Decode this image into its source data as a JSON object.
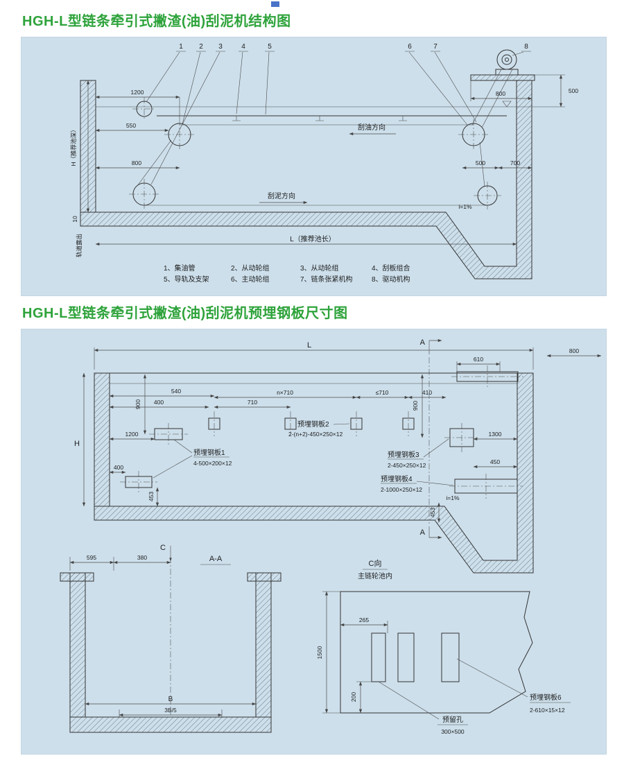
{
  "page": {
    "title1": "HGH-L型链条牵引式撇渣(油)刮泥机结构图",
    "title2": "HGH-L型链条牵引式撇渣(油)刮泥机预埋钢板尺寸图",
    "title_color": "#2ea33b",
    "panel_bg": "#cddfeb"
  },
  "d1": {
    "nums": [
      "1",
      "2",
      "3",
      "4",
      "5",
      "6",
      "7",
      "8"
    ],
    "dim": {
      "a1200": "1200",
      "a550": "550",
      "a800l": "800",
      "a800r": "800",
      "a500v": "500",
      "a500": "500",
      "a700": "700",
      "a10": "10"
    },
    "lbl": {
      "oil": "刮油方向",
      "mud": "刮泥方向",
      "slope": "i=1%",
      "depth": "H（推荐池深）",
      "length": "L（推荐池长）",
      "track": "轨道露出"
    },
    "legend": [
      "1、集油管",
      "2、从动轮组",
      "3、从动轮组",
      "4、刮板组合",
      "5、导轨及支架",
      "6、主动轮组",
      "7、链条张紧机构",
      "8、驱动机构"
    ]
  },
  "d2": {
    "main": {
      "L": "L",
      "A_top": "A",
      "A_bottom": "A",
      "d800": "800",
      "d610": "610",
      "d540": "540",
      "d400a": "400",
      "d900l": "900",
      "dn710": "n×710",
      "d710": "710",
      "dle710": "≤710",
      "d410": "410",
      "d900r": "900",
      "d1200": "1200",
      "d1300": "1300",
      "d450": "450",
      "d400b": "400",
      "d453l": "453",
      "d453r": "453",
      "slope": "i=1%",
      "H": "H",
      "p1n": "预埋钢板1",
      "p1s": "4-500×200×12",
      "p2n": "预埋钢板2",
      "p2s": "2-(n+2)-450×250×12",
      "p3n": "预埋钢板3",
      "p3s": "2-450×250×12",
      "p4n": "预埋钢板4",
      "p4s": "2-1000×250×12"
    },
    "aa": {
      "C": "C",
      "d595": "595",
      "d380": "380",
      "title": "A-A",
      "B": "B",
      "b35": "3B/5"
    },
    "cv": {
      "title": "C向",
      "sub": "主链轮池内",
      "d265": "265",
      "d1500": "1500",
      "d200": "200",
      "holen": "预留孔",
      "holes": "300×500",
      "p6n": "预埋钢板6",
      "p6s": "2-610×15×12"
    }
  }
}
